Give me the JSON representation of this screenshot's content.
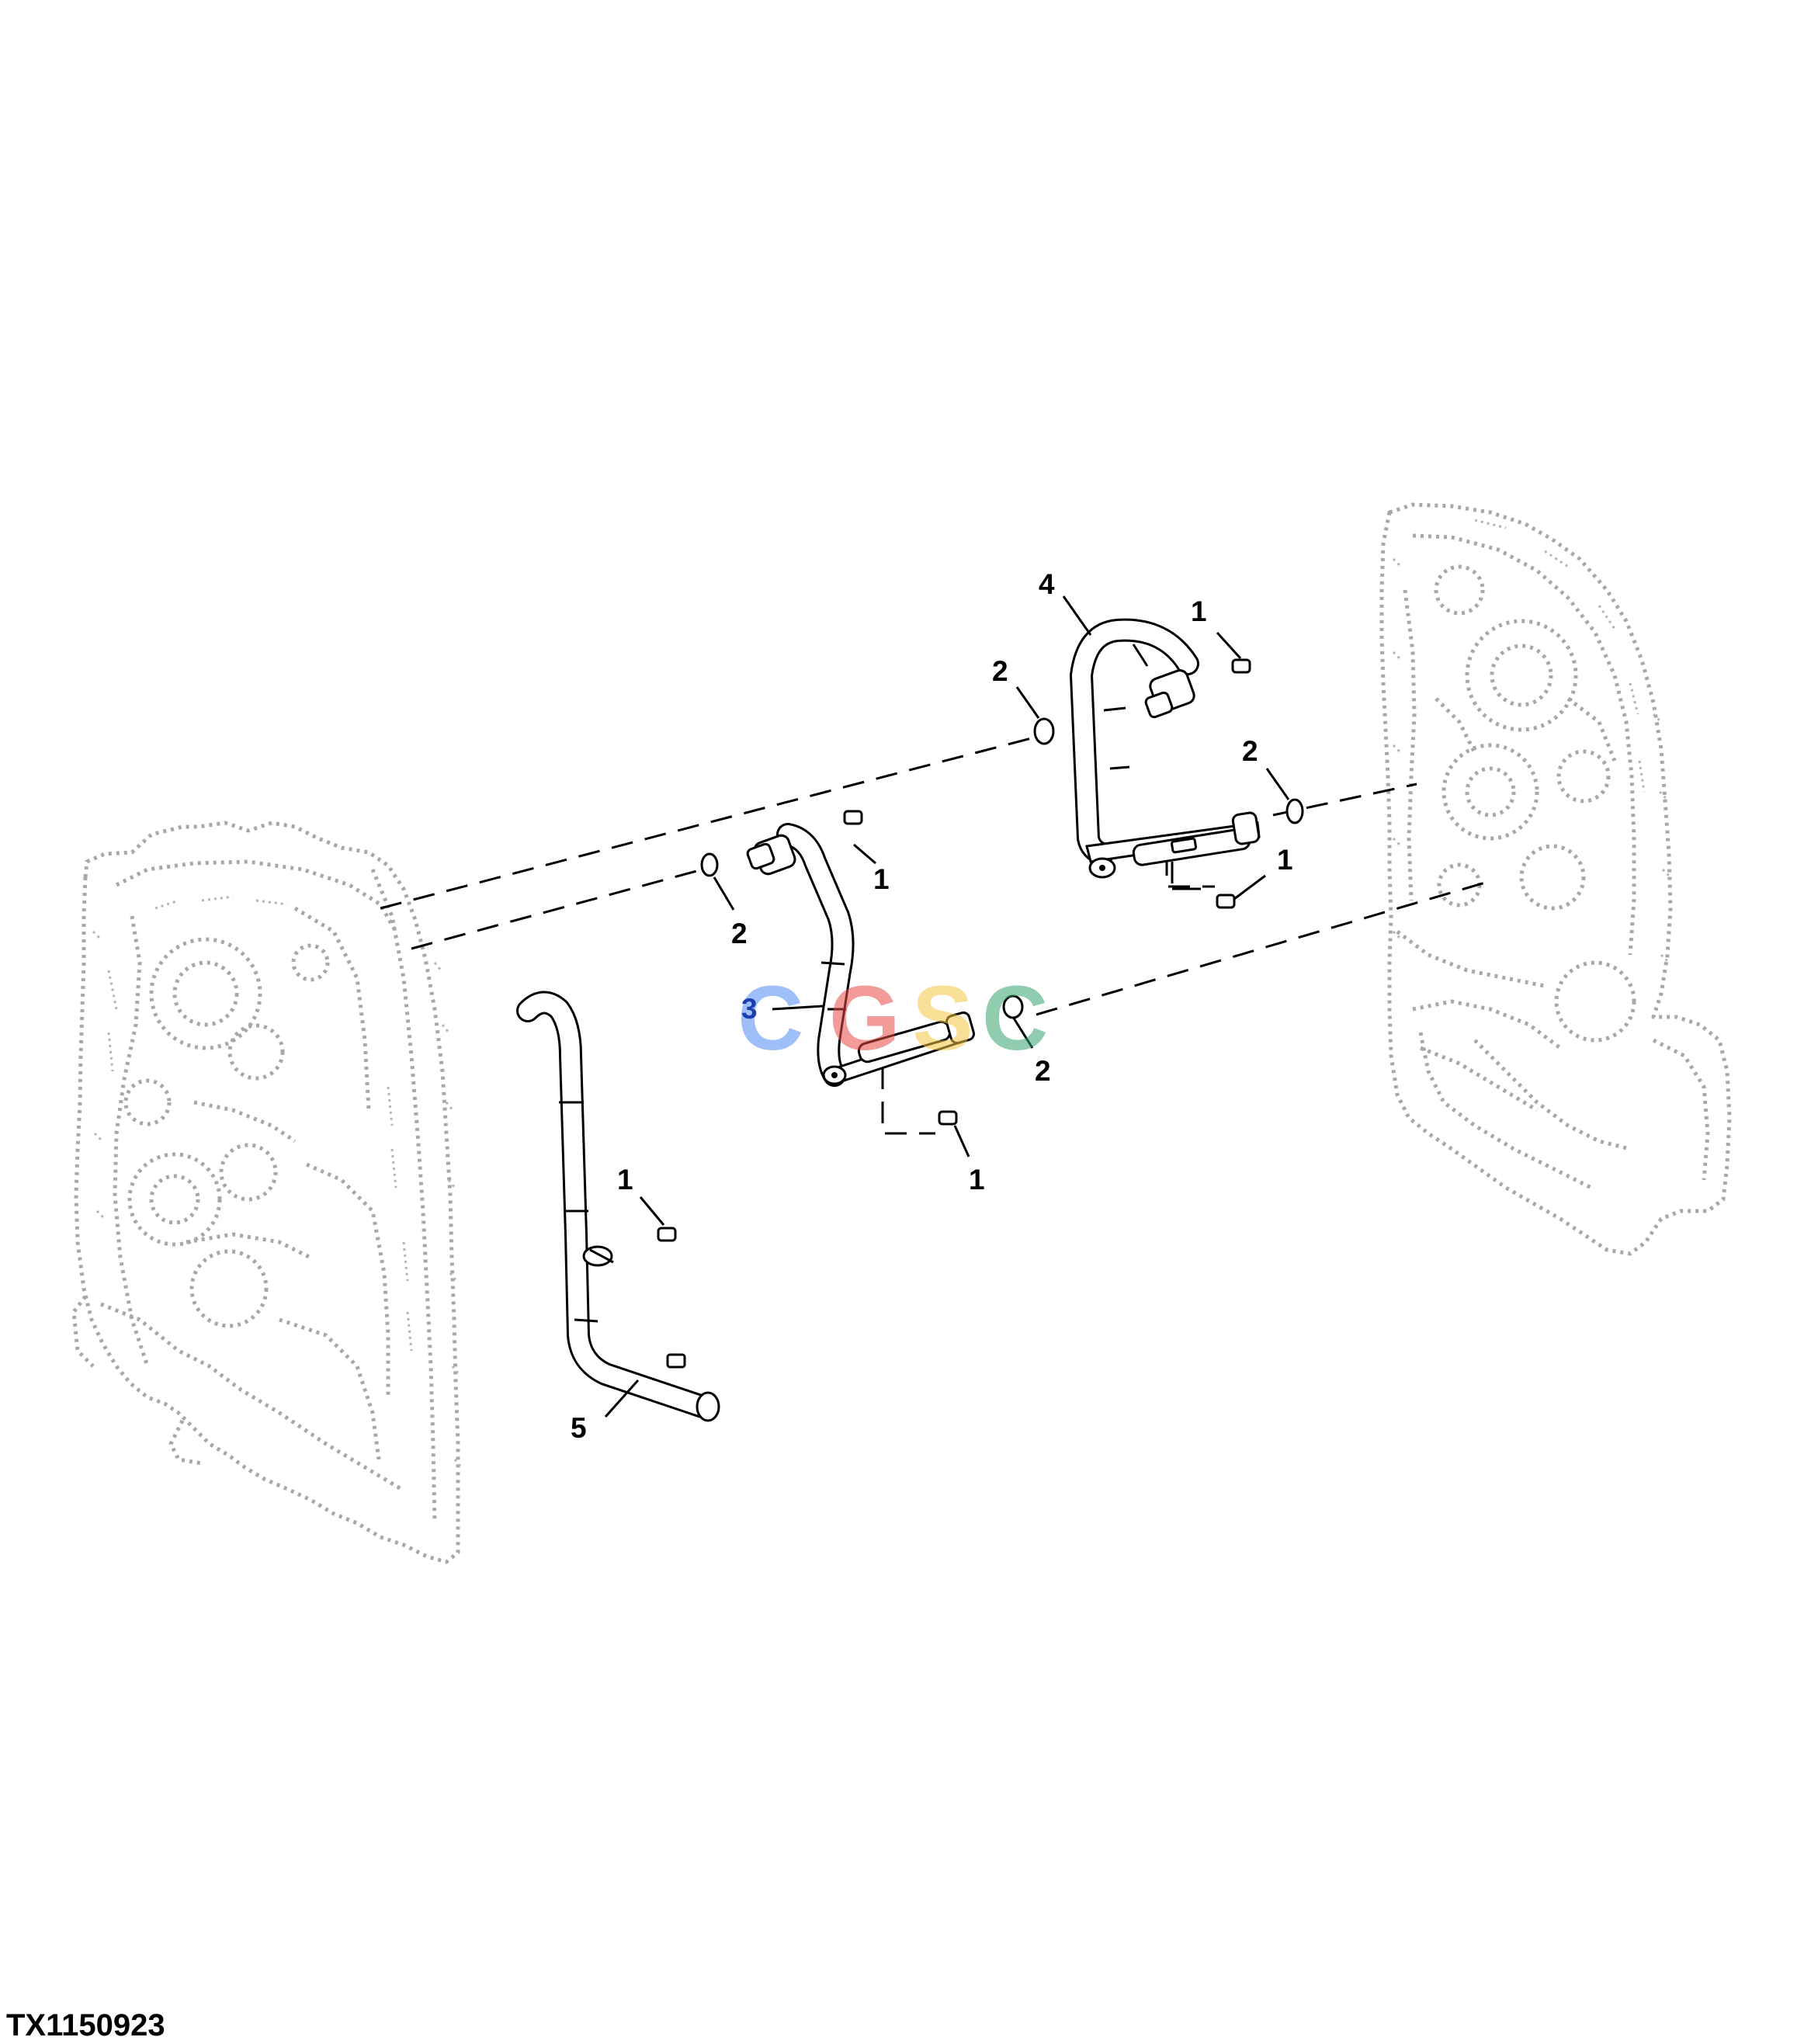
{
  "figure_id": "TX1150923",
  "watermark": {
    "text": "CGSC",
    "colors": [
      "#4f8bf5",
      "#e84b45",
      "#f6c542",
      "#36a46e"
    ]
  },
  "callouts": {
    "c4": "4",
    "c1_top": "1",
    "c2_upper_left": "2",
    "c2_upper_right": "2",
    "c1_mid_right": "1",
    "c1_mid_left": "1",
    "c2_mid_left": "2",
    "c3": "3",
    "c2_lower": "2",
    "c1_lower": "1",
    "c1_left": "1",
    "c5": "5"
  }
}
